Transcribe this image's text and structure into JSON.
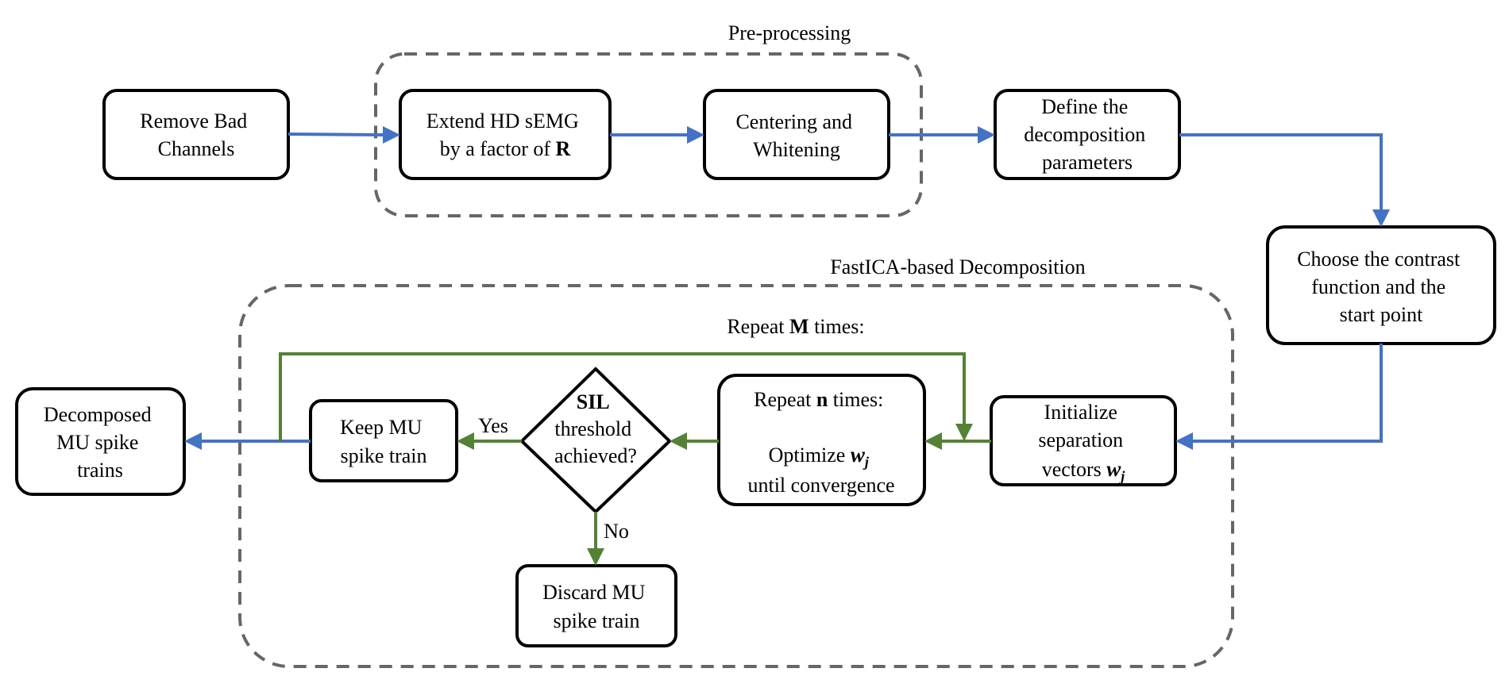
{
  "groups": {
    "preprocessing": "Pre-processing",
    "fastica": "FastICA-based Decomposition",
    "repeat_m": {
      "prefix": "Repeat ",
      "bold": "M",
      "suffix": " times:"
    }
  },
  "nodes": {
    "remove_bad": [
      "Remove Bad",
      "Channels"
    ],
    "extend": {
      "line1": "Extend HD sEMG",
      "line2_prefix": "by a factor of ",
      "line2_bold": "R"
    },
    "centering": [
      "Centering and",
      "Whitening"
    ],
    "define": [
      "Define the",
      "decomposition",
      "parameters"
    ],
    "choose": [
      "Choose the contrast",
      "function and the",
      "start point"
    ],
    "initialize": {
      "line1": "Initialize",
      "line2": "separation",
      "line3_prefix": "vectors ",
      "var": "w",
      "sub": "j"
    },
    "repeat_n": {
      "prefix": "Repeat ",
      "bold": "n",
      "suffix": " times:",
      "line2_prefix": "Optimize ",
      "var": "w",
      "sub": "j",
      "line3": "until convergence"
    },
    "sil": {
      "bold": "SIL",
      "line2": "threshold",
      "line3": "achieved?"
    },
    "keep": [
      "Keep MU",
      "spike train"
    ],
    "discard": [
      "Discard MU",
      "spike train"
    ],
    "decomposed": [
      "Decomposed",
      "MU spike",
      "trains"
    ]
  },
  "edge_labels": {
    "yes": "Yes",
    "no": "No"
  },
  "colors": {
    "blue_arrow": "#4472c4",
    "green_arrow": "#548235",
    "group_border": "#666666"
  }
}
